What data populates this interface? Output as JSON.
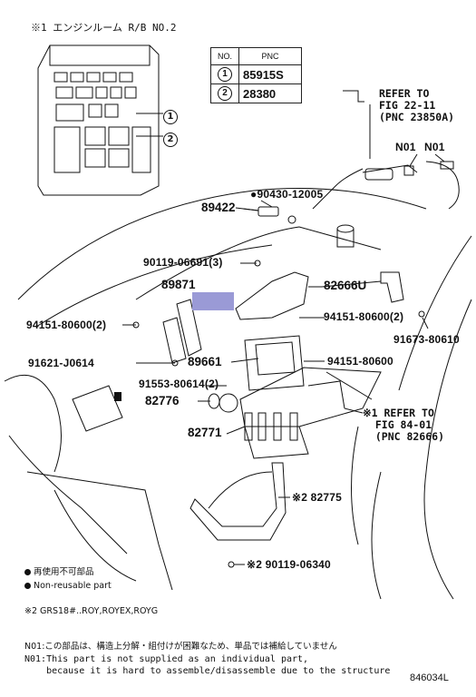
{
  "relay_block_title": "※1 エンジンルーム R/B NO.2",
  "callouts": {
    "c1": "1",
    "c2": "2"
  },
  "pnc_table": {
    "header_no": "NO.",
    "header_pnc": "PNC",
    "rows": [
      {
        "no": "1",
        "pnc": "85915S"
      },
      {
        "no": "2",
        "pnc": "28380"
      }
    ]
  },
  "refer_fig22": "REFER TO\nFIG 22-11\n(PNC 23850A)",
  "n01_left": "N01",
  "n01_right": "N01",
  "parts": {
    "p90430": "●90430-12005",
    "p89422": "89422",
    "p90119_06691": "90119-06691(3)",
    "p82666u": "82666U",
    "p89871": "89871",
    "p94151_left": "94151-80600(2)",
    "p94151_right2": "94151-80600(2)",
    "p91673": "91673-80610",
    "p91621": "91621-J0614",
    "p89661": "89661",
    "p94151_right": "94151-80600",
    "p91553": "91553-80614(2)",
    "p82776": "82776",
    "p82771": "82771",
    "p82775": "※2 82775",
    "p90119_06340": "※2 90119-06340"
  },
  "refer_fig84": "※1 REFER TO\n  FIG 84-01\n  (PNC 82666)",
  "legend": {
    "item1": "再使用不可部品",
    "item2": "Non-reusable part"
  },
  "note_models": "※2 GRS18#..ROY,ROYEX,ROYG",
  "footnote_jp": "N01:この部品は、構造上分解・組付けが困難なため、単品では補給していません",
  "footnote_en1": "N01:This part is not supplied as an individual part,",
  "footnote_en2": "    because it is hard to assemble/disassemble due to the structure",
  "figure_code": "846034L",
  "colors": {
    "highlight": "#9a9ad6",
    "ink": "#111111"
  }
}
